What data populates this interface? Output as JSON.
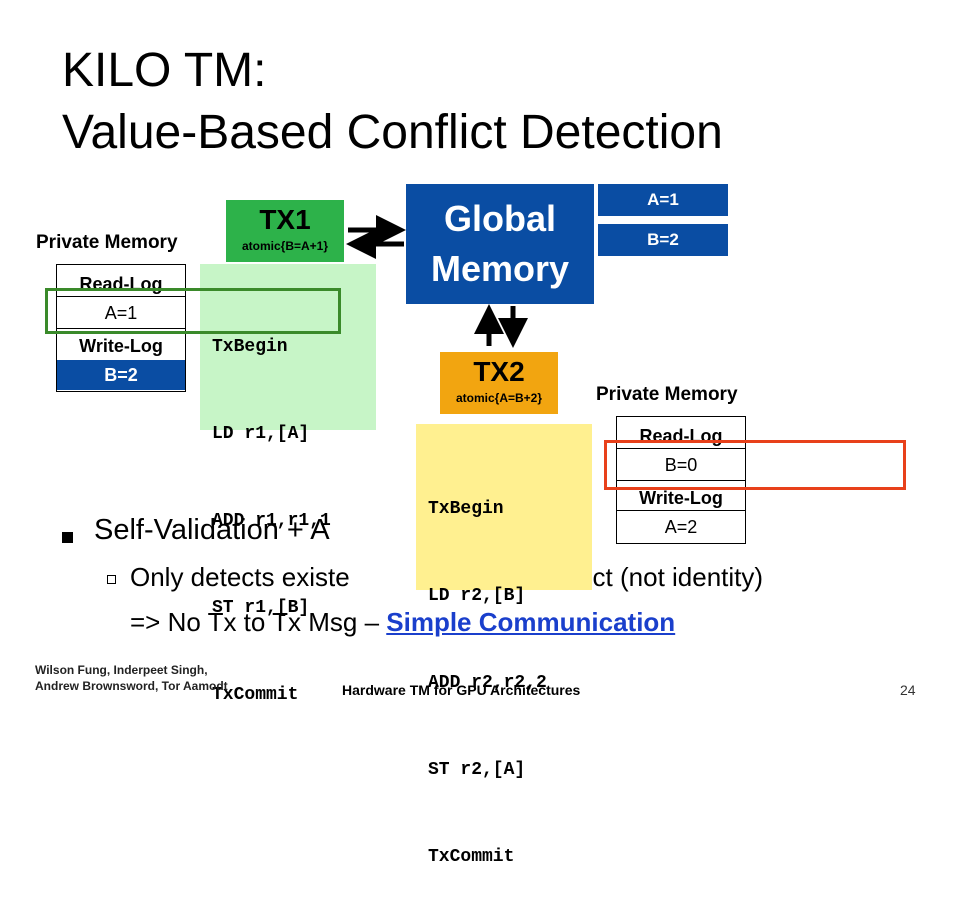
{
  "title": {
    "line1": "KILO TM:",
    "line2": "Value-Based Conflict Detection"
  },
  "colors": {
    "accent_blue": "#0a4da3",
    "tx1_green": "#2db24a",
    "code1_green": "#c7f5c7",
    "tx2_orange": "#f2a510",
    "code2_yellow": "#fff090",
    "highlight_green": "#3a8a2a",
    "highlight_red": "#e8401a",
    "link_blue": "#1a3fcc"
  },
  "left_private": {
    "label": "Private Memory",
    "read_log": "Read-Log",
    "read_value": "A=1",
    "write_log": "Write-Log",
    "write_value": "B=2"
  },
  "tx1": {
    "name": "TX1",
    "atomic": "atomic{B=A+1}",
    "code": [
      "TxBegin",
      "LD r1,[A]",
      "ADD r1,r1,1",
      "ST r1,[B]",
      "TxCommit"
    ]
  },
  "global": {
    "line1": "Global",
    "line2": "Memory",
    "values": [
      "A=1",
      "B=2"
    ]
  },
  "tx2": {
    "name": "TX2",
    "atomic": "atomic{A=B+2}",
    "code": [
      "TxBegin",
      "LD r2,[B]",
      "ADD r2,r2,2",
      "ST r2,[A]",
      "TxCommit"
    ]
  },
  "right_private": {
    "label": "Private Memory",
    "read_log": "Read-Log",
    "read_value": "B=0",
    "write_log": "Write-Log",
    "write_value": "A=2"
  },
  "bullets": {
    "main": "Self-Validation + A",
    "sub1": "Only detects existe",
    "sub1_tail": "lict (not identity)",
    "sub2_prefix": "=> No Tx to Tx Msg – ",
    "sub2_link": "Simple Communication"
  },
  "footer": {
    "authors_line1": "Wilson Fung, Inderpeet Singh,",
    "authors_line2": "Andrew Brownsword, Tor Aamodt",
    "center": "Hardware TM for GPU Architectures",
    "page": "24"
  }
}
